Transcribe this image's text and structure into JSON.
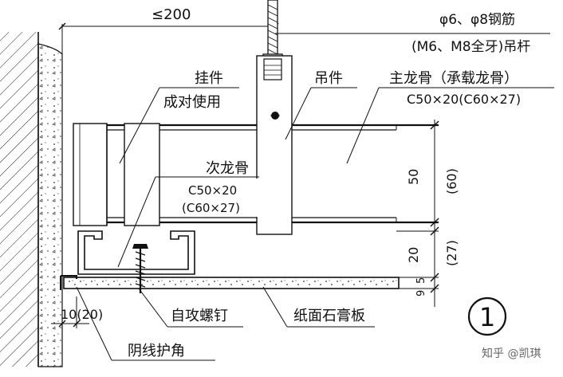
{
  "labels": {
    "max_spacing": "≤200",
    "rod_line1": "φ6、φ8钢筋",
    "rod_line2": "(M6、M8全牙)吊杆",
    "hanger_title": "挂件",
    "hanger_sub": "成对使用",
    "suspender": "吊件",
    "main_keel_title": "主龙骨（承载龙骨）",
    "main_keel_spec": "C50×20(C60×27)",
    "sub_keel_title": "次龙骨",
    "sub_keel_spec1": "C50×20",
    "sub_keel_spec2": "(C60×27)",
    "dim_main": "50",
    "dim_main_alt": "(60)",
    "dim_sub": "20",
    "dim_sub_alt": "(27)",
    "dim_board_a": "9",
    "dim_board_b": "5",
    "screw": "自攻螺钉",
    "gypsum": "纸面石膏板",
    "corner_dim": "10(20)",
    "corner_guard": "阴线护角",
    "detail_number": "1",
    "watermark": "知乎 @凯琪"
  }
}
